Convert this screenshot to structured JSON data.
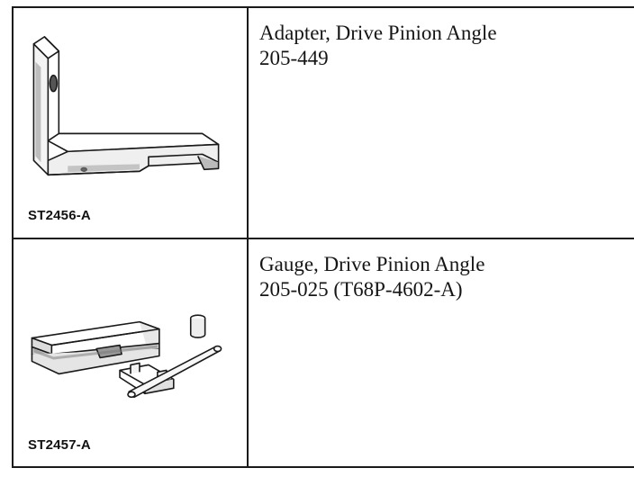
{
  "tools": [
    {
      "figure_id": "ST2456-A",
      "name": "Adapter, Drive Pinion Angle",
      "number": "205-449"
    },
    {
      "figure_id": "ST2457-A",
      "name": "Gauge, Drive Pinion Angle",
      "number": "205-025 (T68P-4602-A)"
    }
  ]
}
